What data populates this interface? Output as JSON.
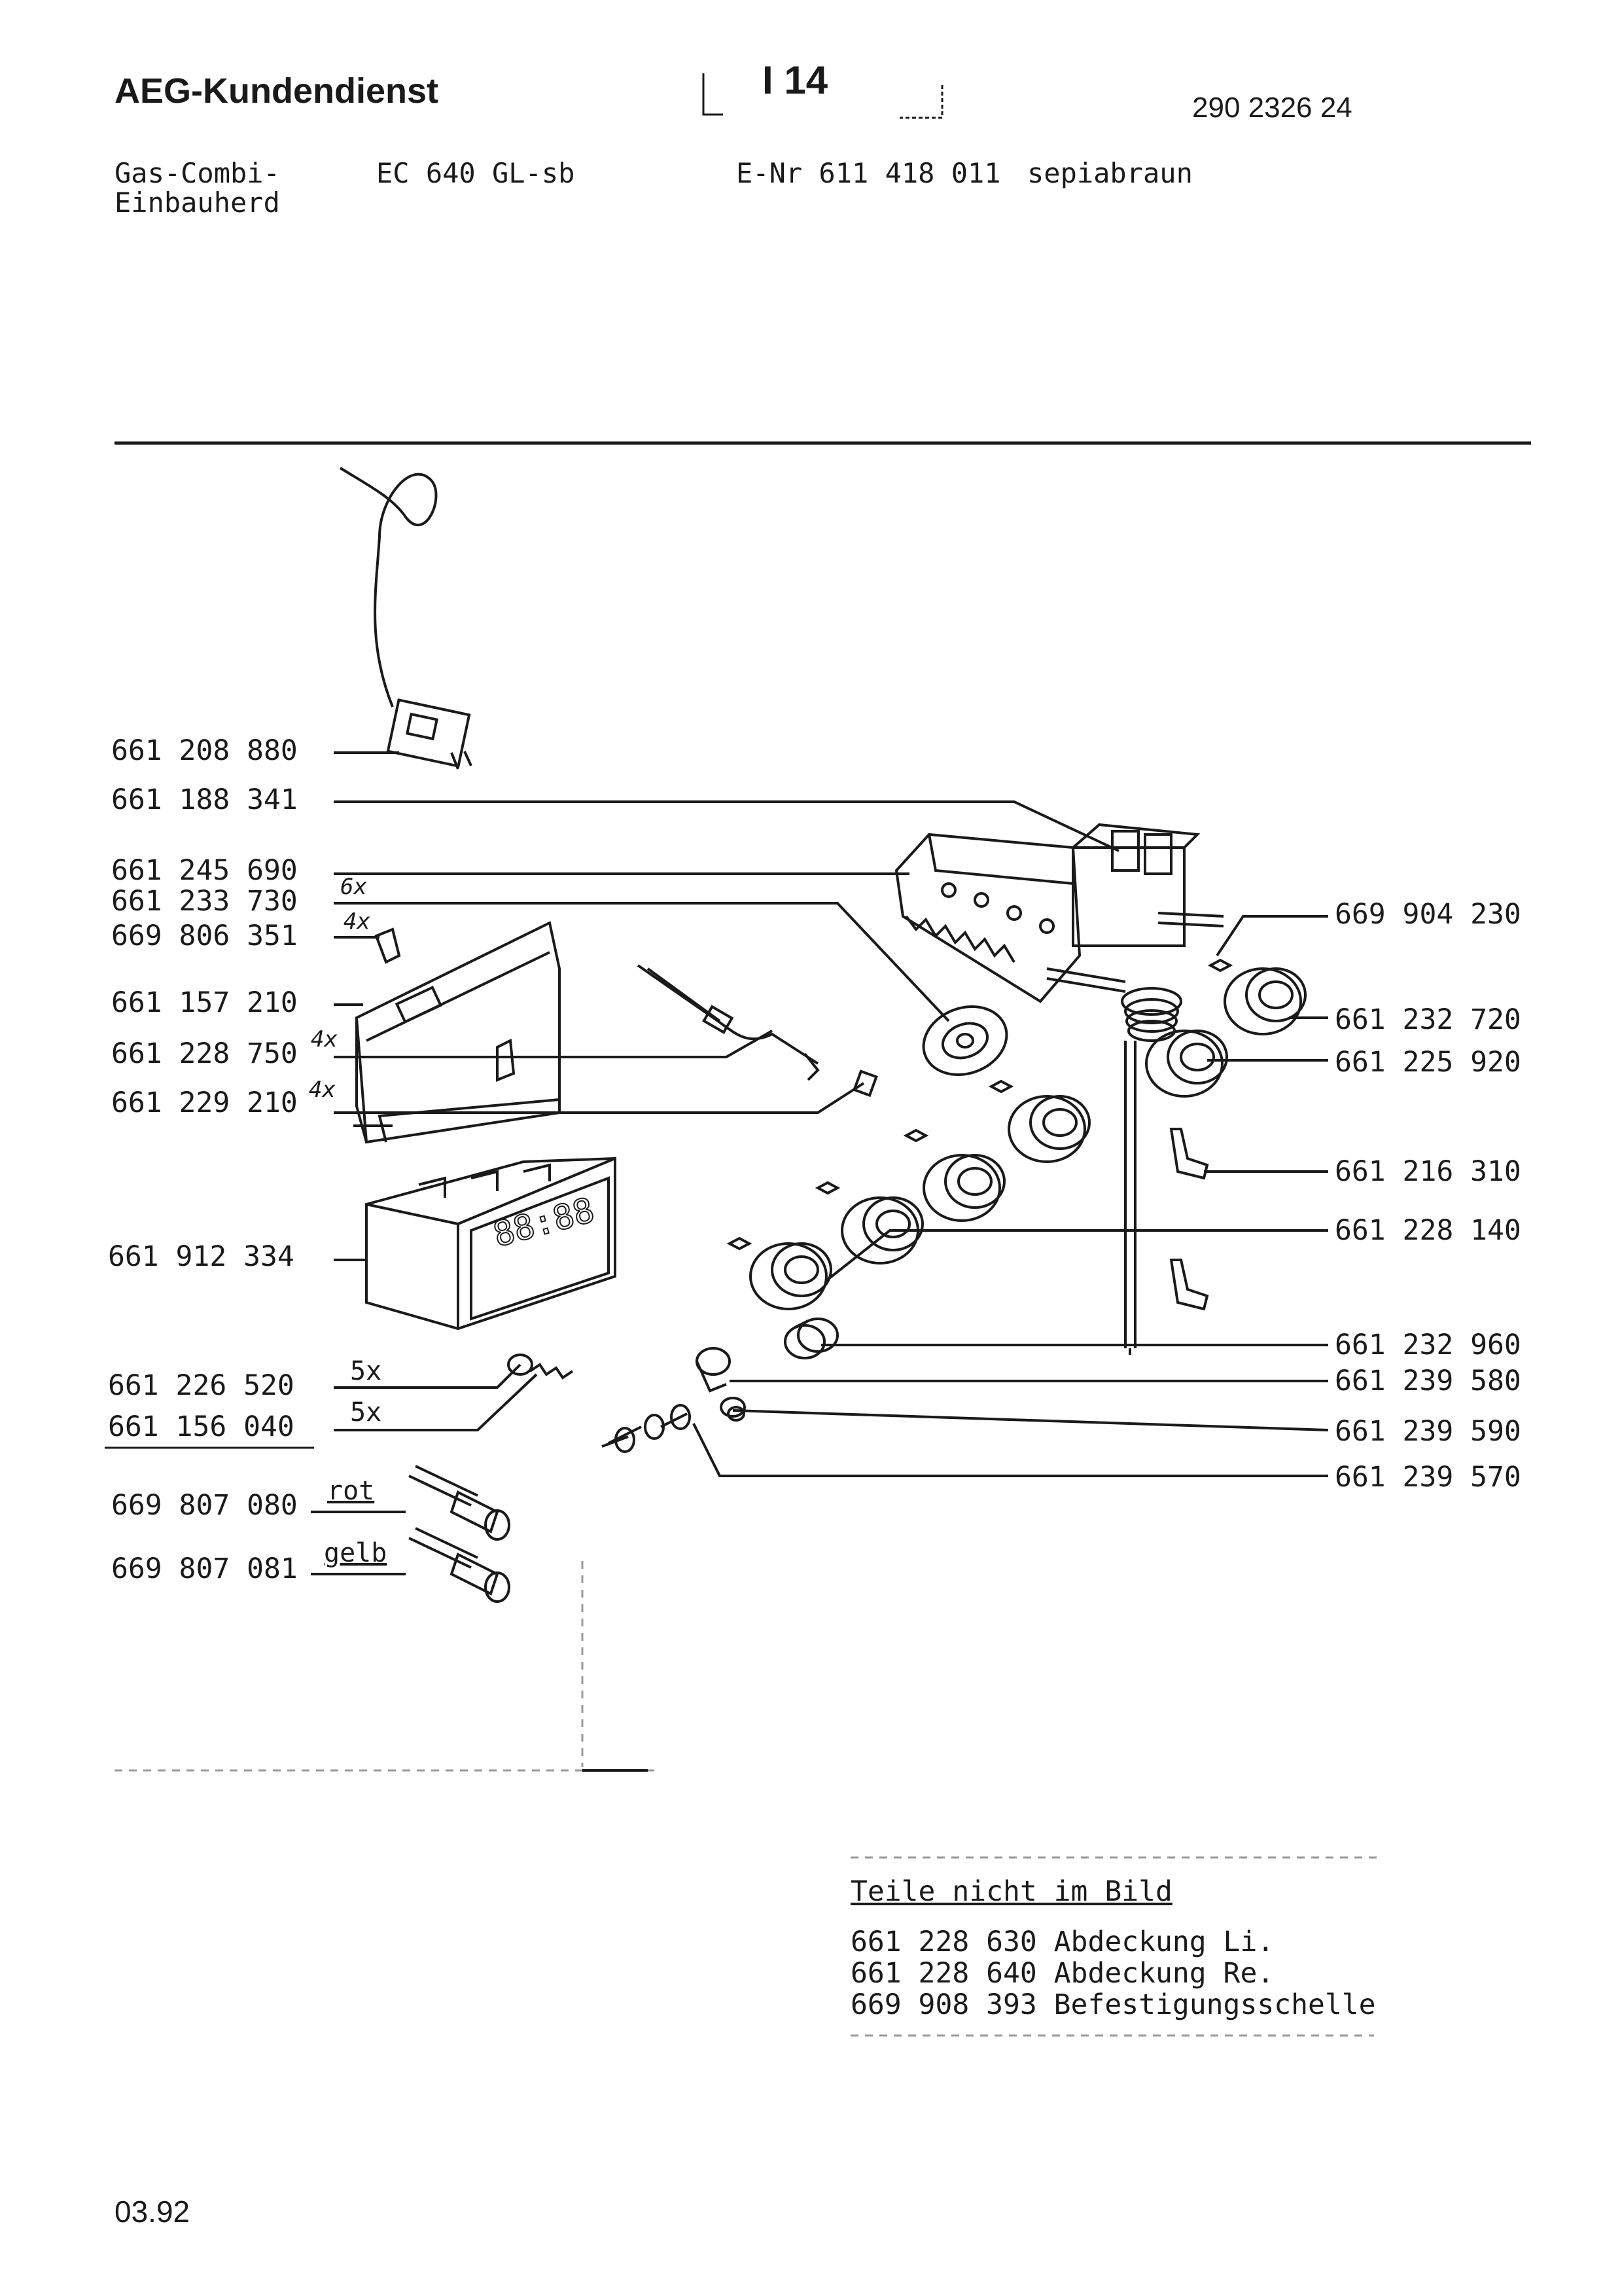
{
  "header": {
    "brand": "AEG-Kundendienst",
    "page_number": "I 14",
    "doc_number": "290 2326 24"
  },
  "appliance": {
    "type_line1": "Gas-Combi-",
    "type_line2": "Einbauherd",
    "model": "EC 640 GL-sb",
    "enr": "E-Nr 611 418 011",
    "color": "sepiabraun"
  },
  "parts_left": [
    {
      "pn": "661 208 880"
    },
    {
      "pn": "661 188 341"
    },
    {
      "pn": "661 245 690"
    },
    {
      "pn": "661 233 730",
      "qty": "6x"
    },
    {
      "pn": "669 806 351",
      "qty": "4x"
    },
    {
      "pn": "661 157 210"
    },
    {
      "pn": "661 228 750",
      "qty": "4x"
    },
    {
      "pn": "661 229 210",
      "qty": "4x"
    },
    {
      "pn": "661 912 334"
    },
    {
      "pn": "661 226 520",
      "qty": "5x"
    },
    {
      "pn": "661 156 040",
      "qty": "5x"
    },
    {
      "pn": "669 807 080",
      "note": "rot"
    },
    {
      "pn": "669 807 081",
      "note": "gelb"
    }
  ],
  "parts_right": [
    {
      "pn": "669 904 230"
    },
    {
      "pn": "661 232 720"
    },
    {
      "pn": "661 225 920"
    },
    {
      "pn": "661 216 310"
    },
    {
      "pn": "661 228 140"
    },
    {
      "pn": "661 232 960"
    },
    {
      "pn": "661 239 580"
    },
    {
      "pn": "661 239 590"
    },
    {
      "pn": "661 239 570"
    }
  ],
  "not_in_picture": {
    "title": "Teile nicht im Bild",
    "items": [
      {
        "pn": "661 228 630",
        "desc": "Abdeckung Li."
      },
      {
        "pn": "661 228 640",
        "desc": "Abdeckung Re."
      },
      {
        "pn": "669 908 393",
        "desc": "Befestigungsschelle"
      }
    ]
  },
  "footer": {
    "date": "03.92"
  }
}
